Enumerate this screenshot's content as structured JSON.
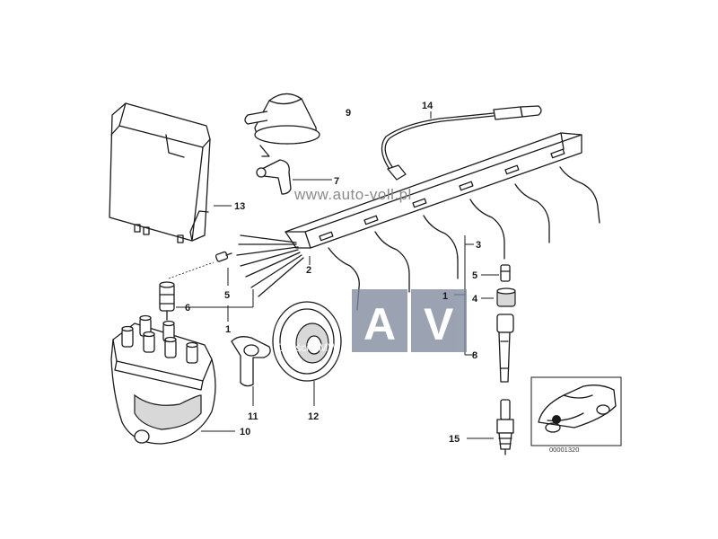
{
  "callouts": {
    "c1a": "1",
    "c1b": "1",
    "c2": "2",
    "c3": "3",
    "c4": "4",
    "c5a": "5",
    "c5b": "5",
    "c6": "6",
    "c7": "7",
    "c8": "8",
    "c9": "9",
    "c10": "10",
    "c11": "11",
    "c12": "12",
    "c13": "13",
    "c14": "14",
    "c15": "15"
  },
  "watermark": {
    "url": "www.auto-voll.pl",
    "logo_left": "A",
    "logo_right": "V",
    "caption": "Części BMW"
  },
  "inset": {
    "code": "00001320"
  }
}
